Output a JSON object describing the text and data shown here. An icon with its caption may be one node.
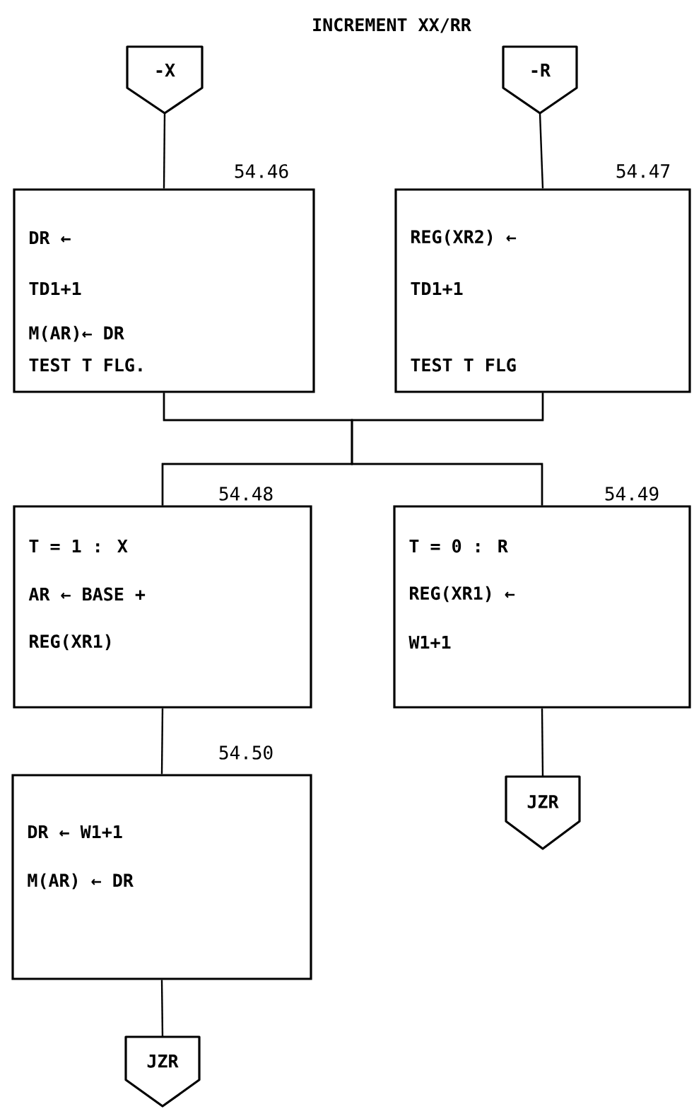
{
  "diagram": {
    "title": "INCREMENT XX/RR",
    "nodes": [
      {
        "text": [
          "-X"
        ]
      },
      {
        "text": [
          "-R"
        ]
      },
      {
        "text": [
          "DR ←",
          "TD1+1",
          "M(AR)← DR",
          "TEST T FLG."
        ],
        "beside": [
          "54.46"
        ]
      },
      {
        "text": [
          "REG(XR2)  ←",
          "TD1+1",
          "TEST T FLG"
        ],
        "beside": [
          "54.47"
        ]
      },
      {
        "text": [
          "T = 1 : X",
          "AR ← BASE +",
          "REG(XR1)"
        ],
        "beside": [
          "54.48"
        ]
      },
      {
        "text": [
          "T = 0 : R",
          "REG(XR1) ←",
          "W1+1"
        ],
        "beside": [
          "54.49"
        ]
      },
      {
        "text": [
          "JZR"
        ]
      },
      {
        "text": [
          "DR ← W1+1",
          "M(AR) ← DR"
        ],
        "beside": [
          "54.50"
        ]
      },
      {
        "text": [
          "JZR"
        ]
      }
    ],
    "edges": [
      {
        "from": 0,
        "to": 2,
        "arrow": "none"
      },
      {
        "from": 1,
        "to": 3,
        "arrow": "none"
      },
      {
        "from": 2,
        "to": 4,
        "arrow": "none"
      },
      {
        "from": 2,
        "to": 5,
        "arrow": "none"
      },
      {
        "from": 3,
        "to": 4,
        "arrow": "none"
      },
      {
        "from": 3,
        "to": 5,
        "arrow": "none"
      },
      {
        "from": 5,
        "to": 6,
        "arrow": "none"
      },
      {
        "from": 4,
        "to": 7,
        "arrow": "none"
      },
      {
        "from": 7,
        "to": 8,
        "arrow": "none"
      }
    ]
  }
}
